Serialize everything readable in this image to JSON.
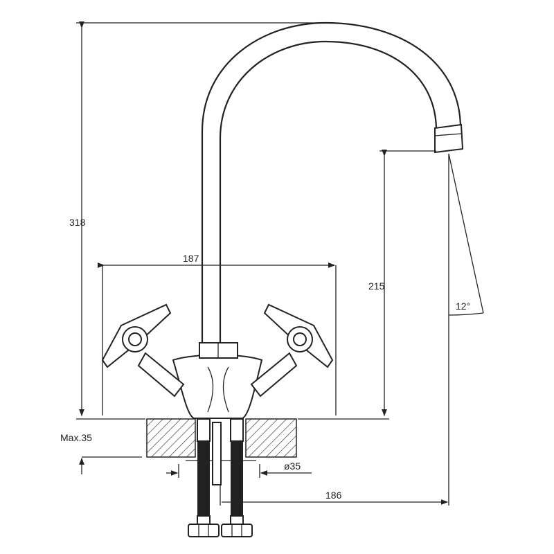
{
  "drawing": {
    "subject": "faucet",
    "dimensions": {
      "height_total": "318",
      "handle_span": "187",
      "spout_height": "215",
      "spout_angle": "12°",
      "max_counter_thickness": "Max.35",
      "hole_diameter": "ø35",
      "spout_reach": "186"
    }
  }
}
